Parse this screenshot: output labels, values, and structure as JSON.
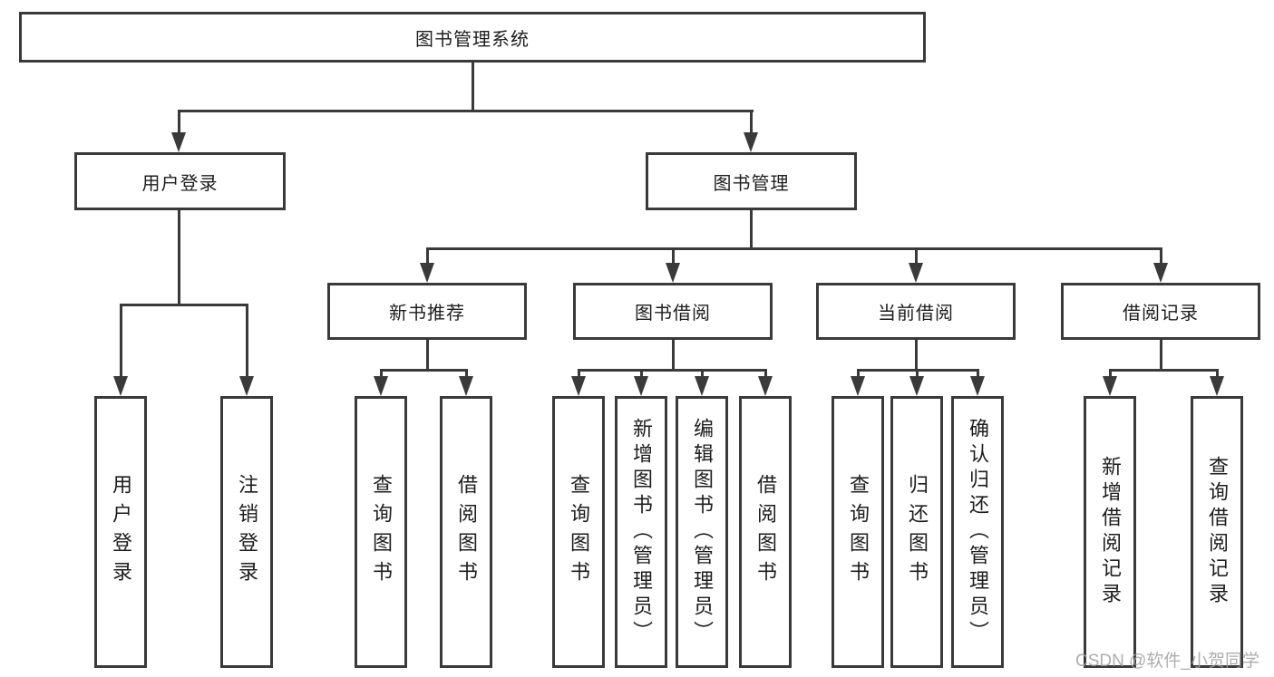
{
  "nodes": {
    "root": "图书管理系统",
    "user_login": "用户登录",
    "book_management": "图书管理",
    "new_book_recommend": "新书推荐",
    "book_borrow": "图书借阅",
    "current_borrow": "当前借阅",
    "borrow_records": "借阅记录",
    "user_login_leaf": "用户登录",
    "logout_leaf": "注销登录",
    "query_books_recommend": "查询图书",
    "borrow_books_recommend": "借阅图书",
    "query_books_borrow": "查询图书",
    "add_books_admin": "新增图书（管理员）",
    "edit_books_admin": "编辑图书（管理员）",
    "borrow_books_borrow": "借阅图书",
    "query_books_current": "查询图书",
    "return_books": "归还图书",
    "confirm_return_admin": "确认归还（管理员）",
    "add_borrow_record": "新增借阅记录",
    "query_borrow_record": "查询借阅记录"
  },
  "watermark": "CSDN @软件_小贺同学",
  "colors": {
    "line": "#3a3a3a",
    "text": "#1d1d1d",
    "watermark": "#9f9f9f",
    "background": "#ffffff"
  }
}
